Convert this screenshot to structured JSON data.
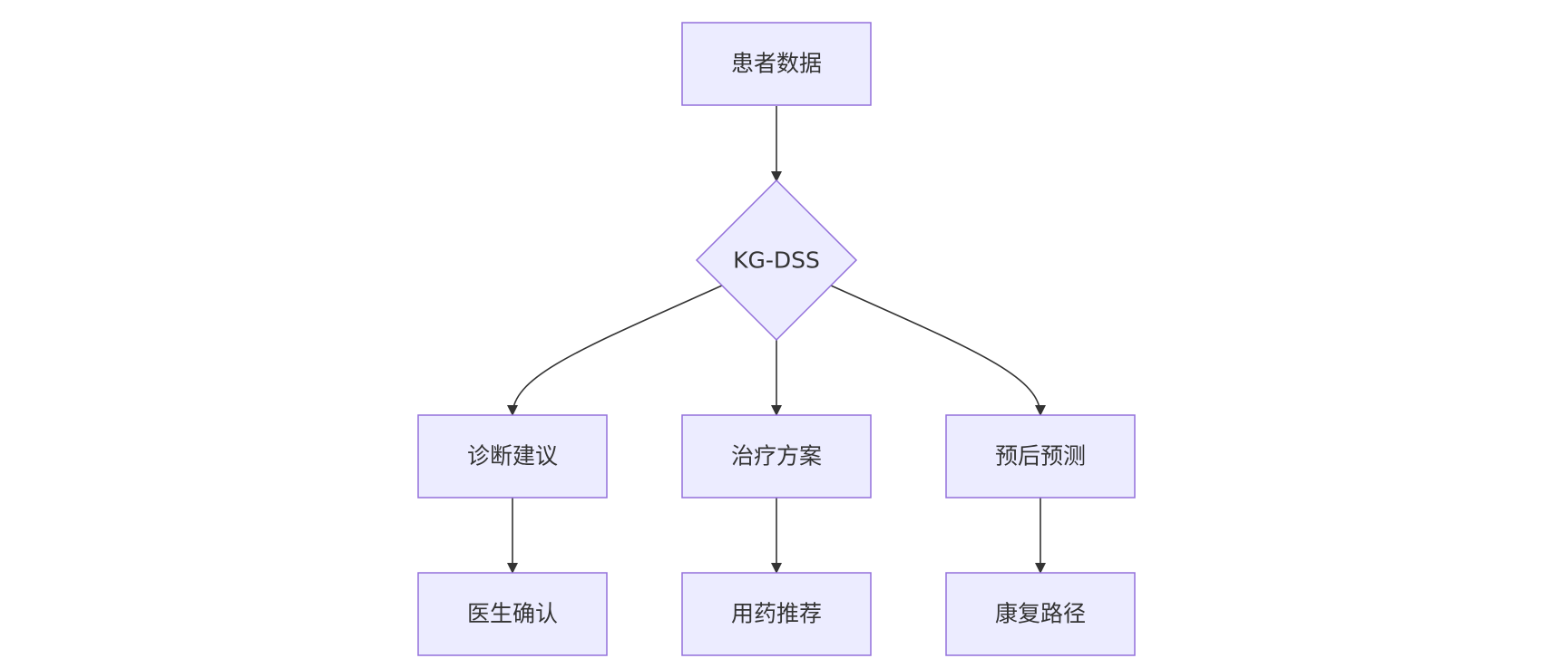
{
  "diagram": {
    "type": "flowchart",
    "colors": {
      "node_fill": "#ECECFF",
      "node_stroke": "#9370DB",
      "edge": "#333333",
      "text": "#333333"
    },
    "nodes": {
      "patient_data": {
        "label": "患者数据",
        "shape": "rectangle"
      },
      "kg_dss": {
        "label": "KG-DSS",
        "shape": "diamond"
      },
      "diagnosis": {
        "label": "诊断建议",
        "shape": "rectangle"
      },
      "treatment": {
        "label": "治疗方案",
        "shape": "rectangle"
      },
      "prognosis": {
        "label": "预后预测",
        "shape": "rectangle"
      },
      "doctor_confirm": {
        "label": "医生确认",
        "shape": "rectangle"
      },
      "medication": {
        "label": "用药推荐",
        "shape": "rectangle"
      },
      "rehab": {
        "label": "康复路径",
        "shape": "rectangle"
      }
    },
    "edges": [
      {
        "from": "patient_data",
        "to": "kg_dss"
      },
      {
        "from": "kg_dss",
        "to": "diagnosis"
      },
      {
        "from": "kg_dss",
        "to": "treatment"
      },
      {
        "from": "kg_dss",
        "to": "prognosis"
      },
      {
        "from": "diagnosis",
        "to": "doctor_confirm"
      },
      {
        "from": "treatment",
        "to": "medication"
      },
      {
        "from": "prognosis",
        "to": "rehab"
      }
    ]
  }
}
